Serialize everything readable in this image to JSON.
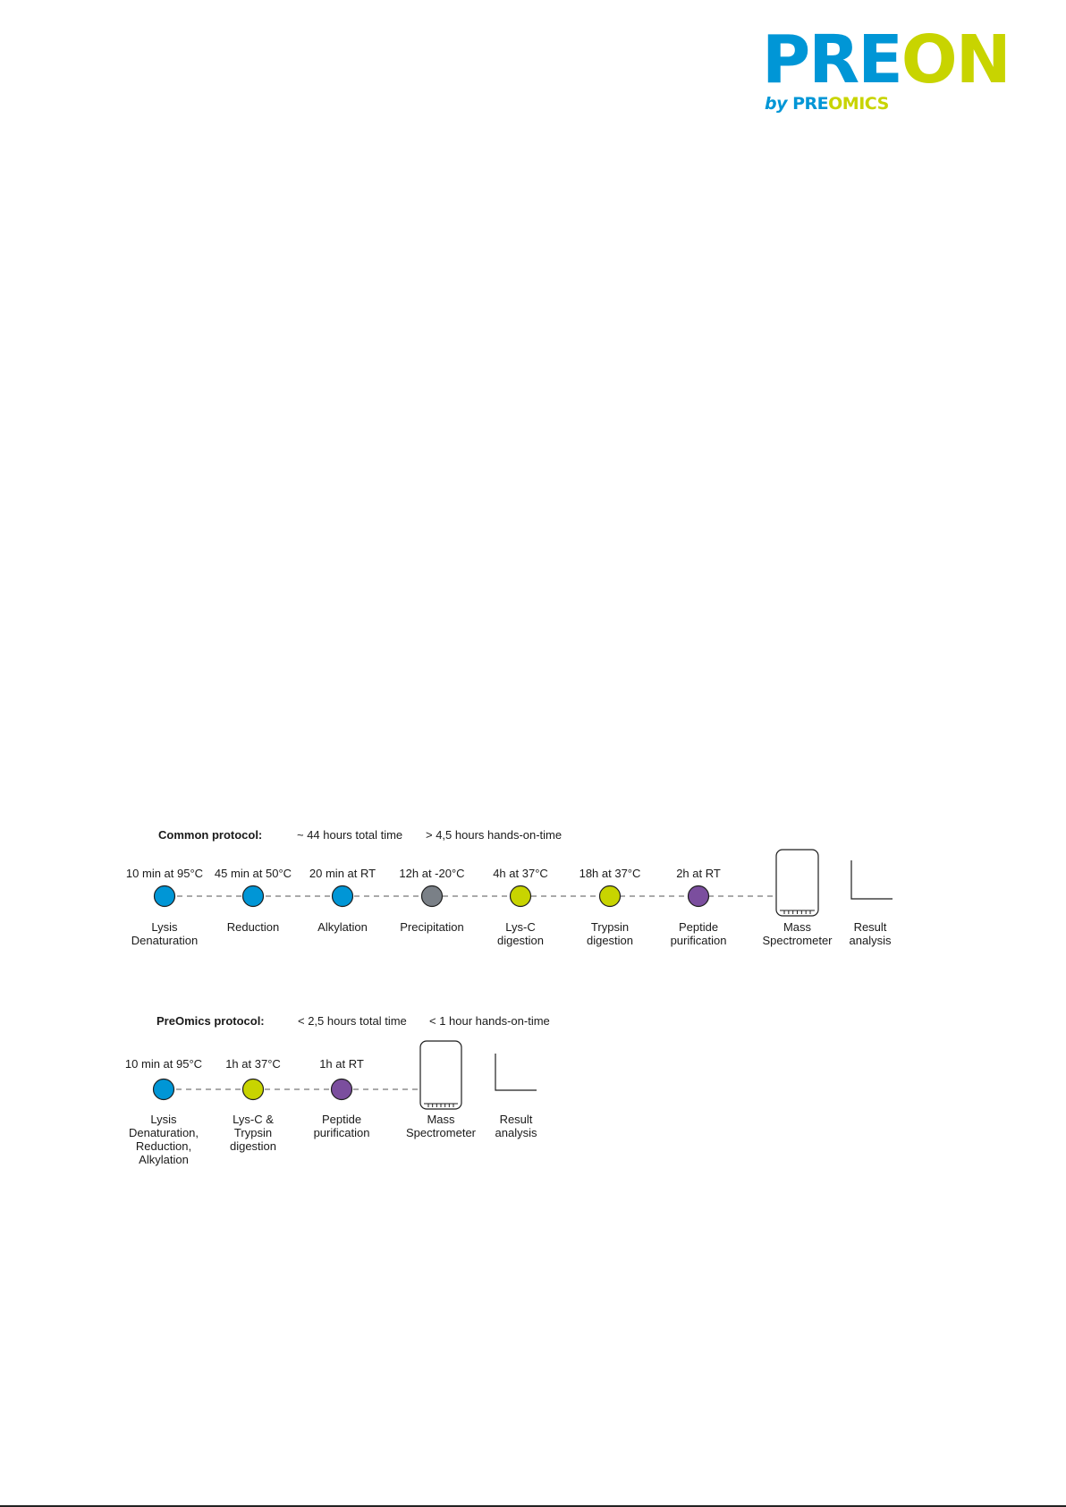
{
  "logo": {
    "main_part1": "PRE",
    "main_part2": "ON",
    "sub_by": "by ",
    "sub_part1": "PRE",
    "sub_part2": "OMICS"
  },
  "colors": {
    "blue": "#0096d6",
    "green": "#c8d400",
    "gray": "#7a8087",
    "purple": "#7b4e9e",
    "dash": "#777777"
  },
  "protocols": [
    {
      "title": "Common protocol:",
      "total_time": "~ 44 hours total time",
      "hands_on": "> 4,5 hours hands-on-time",
      "steps": [
        {
          "time": "10 min at 95°C",
          "label_lines": [
            "Lysis",
            "Denaturation"
          ],
          "color": "blue"
        },
        {
          "time": "45 min at 50°C",
          "label_lines": [
            "Reduction"
          ],
          "color": "blue"
        },
        {
          "time": "20 min at RT",
          "label_lines": [
            "Alkylation"
          ],
          "color": "blue"
        },
        {
          "time": "12h at -20°C",
          "label_lines": [
            "Precipitation"
          ],
          "color": "gray"
        },
        {
          "time": "4h at 37°C",
          "label_lines": [
            "Lys-C",
            "digestion"
          ],
          "color": "green"
        },
        {
          "time": "18h at 37°C",
          "label_lines": [
            "Trypsin",
            "digestion"
          ],
          "color": "green"
        },
        {
          "time": "2h at RT",
          "label_lines": [
            "Peptide",
            "purification"
          ],
          "color": "purple"
        }
      ],
      "instrument_label_lines": [
        "Mass",
        "Spectrometer"
      ],
      "result_label_lines": [
        "Result",
        "analysis"
      ]
    },
    {
      "title": "PreOmics protocol:",
      "total_time": "< 2,5 hours total time",
      "hands_on": "< 1 hour hands-on-time",
      "steps": [
        {
          "time": "10 min at 95°C",
          "label_lines": [
            "Lysis",
            "Denaturation,",
            "Reduction,",
            "Alkylation"
          ],
          "color": "blue"
        },
        {
          "time": "1h at 37°C",
          "label_lines": [
            "Lys-C &",
            "Trypsin",
            "digestion"
          ],
          "color": "green"
        },
        {
          "time": "1h at RT",
          "label_lines": [
            "Peptide",
            "purification"
          ],
          "color": "purple"
        }
      ],
      "instrument_label_lines": [
        "Mass",
        "Spectrometer"
      ],
      "result_label_lines": [
        "Result",
        "analysis"
      ]
    }
  ]
}
